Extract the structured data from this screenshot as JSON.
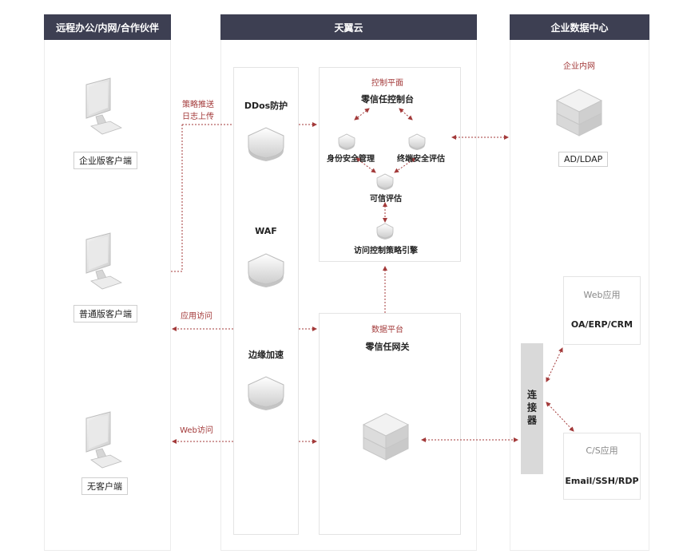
{
  "columns": {
    "remote": "远程办公/内网/合作伙伴",
    "cloud": "天翼云",
    "datacenter": "企业数据中心"
  },
  "clients": {
    "enterprise": "企业版客户端",
    "normal": "普通版客户端",
    "none": "无客户端"
  },
  "flows": {
    "policy_push": "策略推送",
    "log_upload": "日志上传",
    "app_access": "应用访问",
    "web_access": "Web访问"
  },
  "edge": {
    "ddos": "DDos防护",
    "waf": "WAF",
    "acceleration": "边缘加速"
  },
  "control_plane": {
    "section": "控制平面",
    "console": "零信任控制台",
    "identity": "身份安全管理",
    "terminal": "终端安全评估",
    "trust": "可信评估",
    "engine": "访问控制策略引擎"
  },
  "data_plane": {
    "section": "数据平台",
    "gateway": "零信任网关"
  },
  "datacenter": {
    "intranet": "企业内网",
    "ad": "AD/LDAP",
    "connector": "连接器",
    "web_app_title": "Web应用",
    "web_app": "OA/ERP/CRM",
    "cs_app_title": "C/S应用",
    "cs_app": "Email/SSH/RDP"
  },
  "colors": {
    "header": "#3d3f52",
    "accent": "#a33a3a",
    "border": "#e4e4e4"
  }
}
